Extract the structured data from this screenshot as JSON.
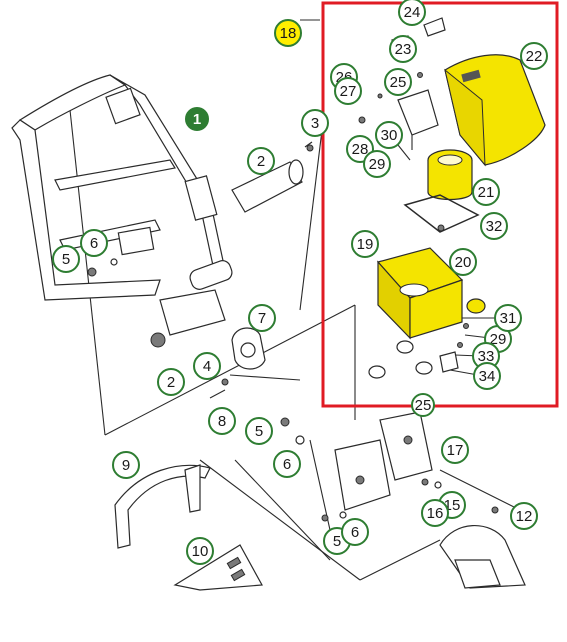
{
  "colors": {
    "callout_ring": "#2e7d32",
    "callout_primary_fill": "#2e7d32",
    "callout_highlight_fill": "#ffee00",
    "highlight_box": "#e01b24",
    "highlight_parts": "#f4e400",
    "line": "#2b2b2b"
  },
  "callouts": [
    {
      "id": "c1",
      "label": "1",
      "style": "primary"
    },
    {
      "id": "c2a",
      "label": "2",
      "style": "normal"
    },
    {
      "id": "c2b",
      "label": "2",
      "style": "normal"
    },
    {
      "id": "c3",
      "label": "3",
      "style": "normal"
    },
    {
      "id": "c4",
      "label": "4",
      "style": "normal"
    },
    {
      "id": "c5a",
      "label": "5",
      "style": "normal"
    },
    {
      "id": "c5b",
      "label": "5",
      "style": "normal"
    },
    {
      "id": "c5c",
      "label": "5",
      "style": "normal"
    },
    {
      "id": "c6a",
      "label": "6",
      "style": "normal"
    },
    {
      "id": "c6b",
      "label": "6",
      "style": "normal"
    },
    {
      "id": "c6c",
      "label": "6",
      "style": "normal"
    },
    {
      "id": "c7",
      "label": "7",
      "style": "normal"
    },
    {
      "id": "c8",
      "label": "8",
      "style": "normal"
    },
    {
      "id": "c9",
      "label": "9",
      "style": "normal"
    },
    {
      "id": "c10",
      "label": "10",
      "style": "normal"
    },
    {
      "id": "c12",
      "label": "12",
      "style": "normal"
    },
    {
      "id": "c15",
      "label": "15",
      "style": "normal"
    },
    {
      "id": "c16",
      "label": "16",
      "style": "normal"
    },
    {
      "id": "c17",
      "label": "17",
      "style": "normal"
    },
    {
      "id": "c18",
      "label": "18",
      "style": "highlight"
    },
    {
      "id": "c19",
      "label": "19",
      "style": "normal"
    },
    {
      "id": "c20",
      "label": "20",
      "style": "normal"
    },
    {
      "id": "c21",
      "label": "21",
      "style": "normal"
    },
    {
      "id": "c22",
      "label": "22",
      "style": "normal"
    },
    {
      "id": "c23",
      "label": "23",
      "style": "normal"
    },
    {
      "id": "c24",
      "label": "24",
      "style": "normal"
    },
    {
      "id": "c25a",
      "label": "25",
      "style": "normal"
    },
    {
      "id": "c25b",
      "label": "25",
      "style": "normal"
    },
    {
      "id": "c26",
      "label": "26",
      "style": "normal"
    },
    {
      "id": "c27",
      "label": "27",
      "style": "normal"
    },
    {
      "id": "c28",
      "label": "28",
      "style": "normal"
    },
    {
      "id": "c29a",
      "label": "29",
      "style": "normal"
    },
    {
      "id": "c29b",
      "label": "29",
      "style": "normal"
    },
    {
      "id": "c30",
      "label": "30",
      "style": "normal"
    },
    {
      "id": "c31",
      "label": "31",
      "style": "normal"
    },
    {
      "id": "c32",
      "label": "32",
      "style": "normal"
    },
    {
      "id": "c33",
      "label": "33",
      "style": "normal"
    },
    {
      "id": "c34",
      "label": "34",
      "style": "normal"
    }
  ]
}
